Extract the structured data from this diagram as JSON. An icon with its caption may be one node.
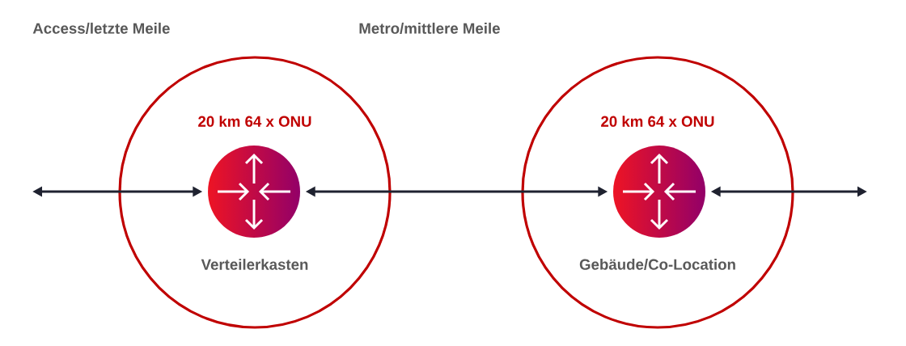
{
  "diagram": {
    "nodes": [
      {
        "text": [
          "20 km 64 x ONU",
          "Verteilerkasten"
        ]
      },
      {
        "text": [],
        "shape": "circle",
        "in": 0
      },
      {
        "text": [
          "20 km 64 x ONU",
          "Gebäude/Co-Location"
        ]
      },
      {
        "text": [],
        "shape": "circle",
        "in": 2
      }
    ],
    "edges": [
      {
        "from": null,
        "to": 1,
        "arrow": "both"
      },
      {
        "from": 1,
        "to": 3,
        "arrow": "both"
      },
      {
        "from": 3,
        "to": null,
        "arrow": "both"
      }
    ],
    "labels": [
      "Access/letzte Meile",
      "Metro/mittlere Meile"
    ]
  }
}
